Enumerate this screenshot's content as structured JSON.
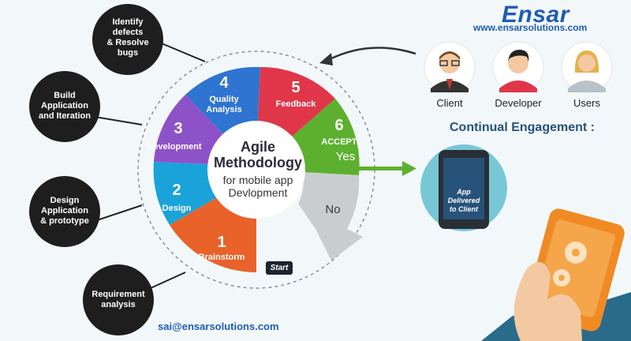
{
  "brand": {
    "name": "Ensar",
    "website": "www.ensarsolutions.com",
    "email": "sai@ensarsolutions.com"
  },
  "center": {
    "title_line1": "Agile",
    "title_line2": "Methodology",
    "sub_line1": "for mobile app",
    "sub_line2": "Devlopment"
  },
  "segments": [
    {
      "number": "1",
      "label": "Brainstorm",
      "color": "#e8622a"
    },
    {
      "number": "2",
      "label": "Design",
      "color": "#19a3d9"
    },
    {
      "number": "3",
      "label": "Development",
      "color": "#8e52c8"
    },
    {
      "number": "4",
      "label_line1": "Quality",
      "label_line2": "Analysis",
      "color": "#2f74d0"
    },
    {
      "number": "5",
      "label": "Feedback",
      "color": "#e0364a"
    },
    {
      "number": "6",
      "label": "ACCEPT",
      "color": "#5db02f"
    }
  ],
  "decision": {
    "yes": "Yes",
    "no": "No",
    "no_color": "#c9cdd0"
  },
  "start_label": "Start",
  "callouts": [
    {
      "line1": "Identify",
      "line2": "defects",
      "line3": "& Resolve",
      "line4": "bugs"
    },
    {
      "line1": "Build",
      "line2": "Application",
      "line3": "and Iteration"
    },
    {
      "line1": "Design",
      "line2": "Application",
      "line3": "& prototype"
    },
    {
      "line1": "Requirement",
      "line2": "analysis"
    }
  ],
  "people": [
    {
      "label": "Client",
      "icon": "client-avatar-icon"
    },
    {
      "label": "Developer",
      "icon": "developer-avatar-icon"
    },
    {
      "label": "Users",
      "icon": "user-avatar-icon"
    }
  ],
  "engagement": "Continual Engagement :",
  "phone_text": {
    "line1": "App",
    "line2": "Delivered",
    "line3": "to Client"
  },
  "colors": {
    "bubble": "#1e1e1e",
    "accent_blue": "#1f5cb3",
    "phone_screen": "#27527a",
    "hand_phone": "#f08a24"
  }
}
